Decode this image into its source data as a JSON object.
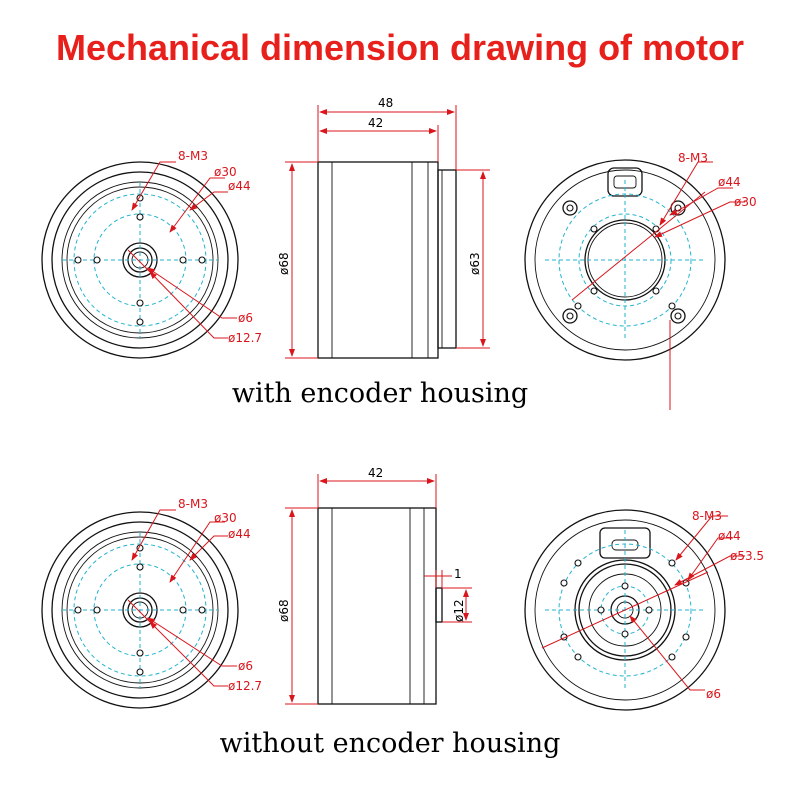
{
  "title": "Mechanical dimension drawing of motor",
  "colors": {
    "title": "#e8201c",
    "dimension": "#d8161c",
    "centerline": "#23b3cf",
    "outline": "#111111"
  },
  "top_row": {
    "caption": "with encoder housing",
    "front_view": {
      "holes": "8-M3",
      "bolt_circle_inner": "ø30",
      "bolt_circle_outer": "ø44",
      "shaft": "ø6",
      "hub": "ø12.7"
    },
    "side_view": {
      "overall_length": "48",
      "body_length": "42",
      "body_diameter": "ø68",
      "housing_diameter": "ø63"
    },
    "rear_view": {
      "holes": "8-M3",
      "bolt_circle_outer": "ø44",
      "bolt_circle_inner": "ø30"
    }
  },
  "bottom_row": {
    "caption": "without encoder housing",
    "front_view": {
      "holes": "8-M3",
      "bolt_circle_inner": "ø30",
      "bolt_circle_outer": "ø44",
      "shaft": "ø6",
      "hub": "ø12.7"
    },
    "side_view": {
      "body_length": "42",
      "body_diameter": "ø68",
      "hub_protrusion": "1",
      "hub_diameter": "ø12"
    },
    "rear_view": {
      "holes": "8-M3",
      "bolt_circle_outer": "ø44",
      "bearing_diameter": "ø53.5",
      "shaft": "ø6"
    }
  }
}
